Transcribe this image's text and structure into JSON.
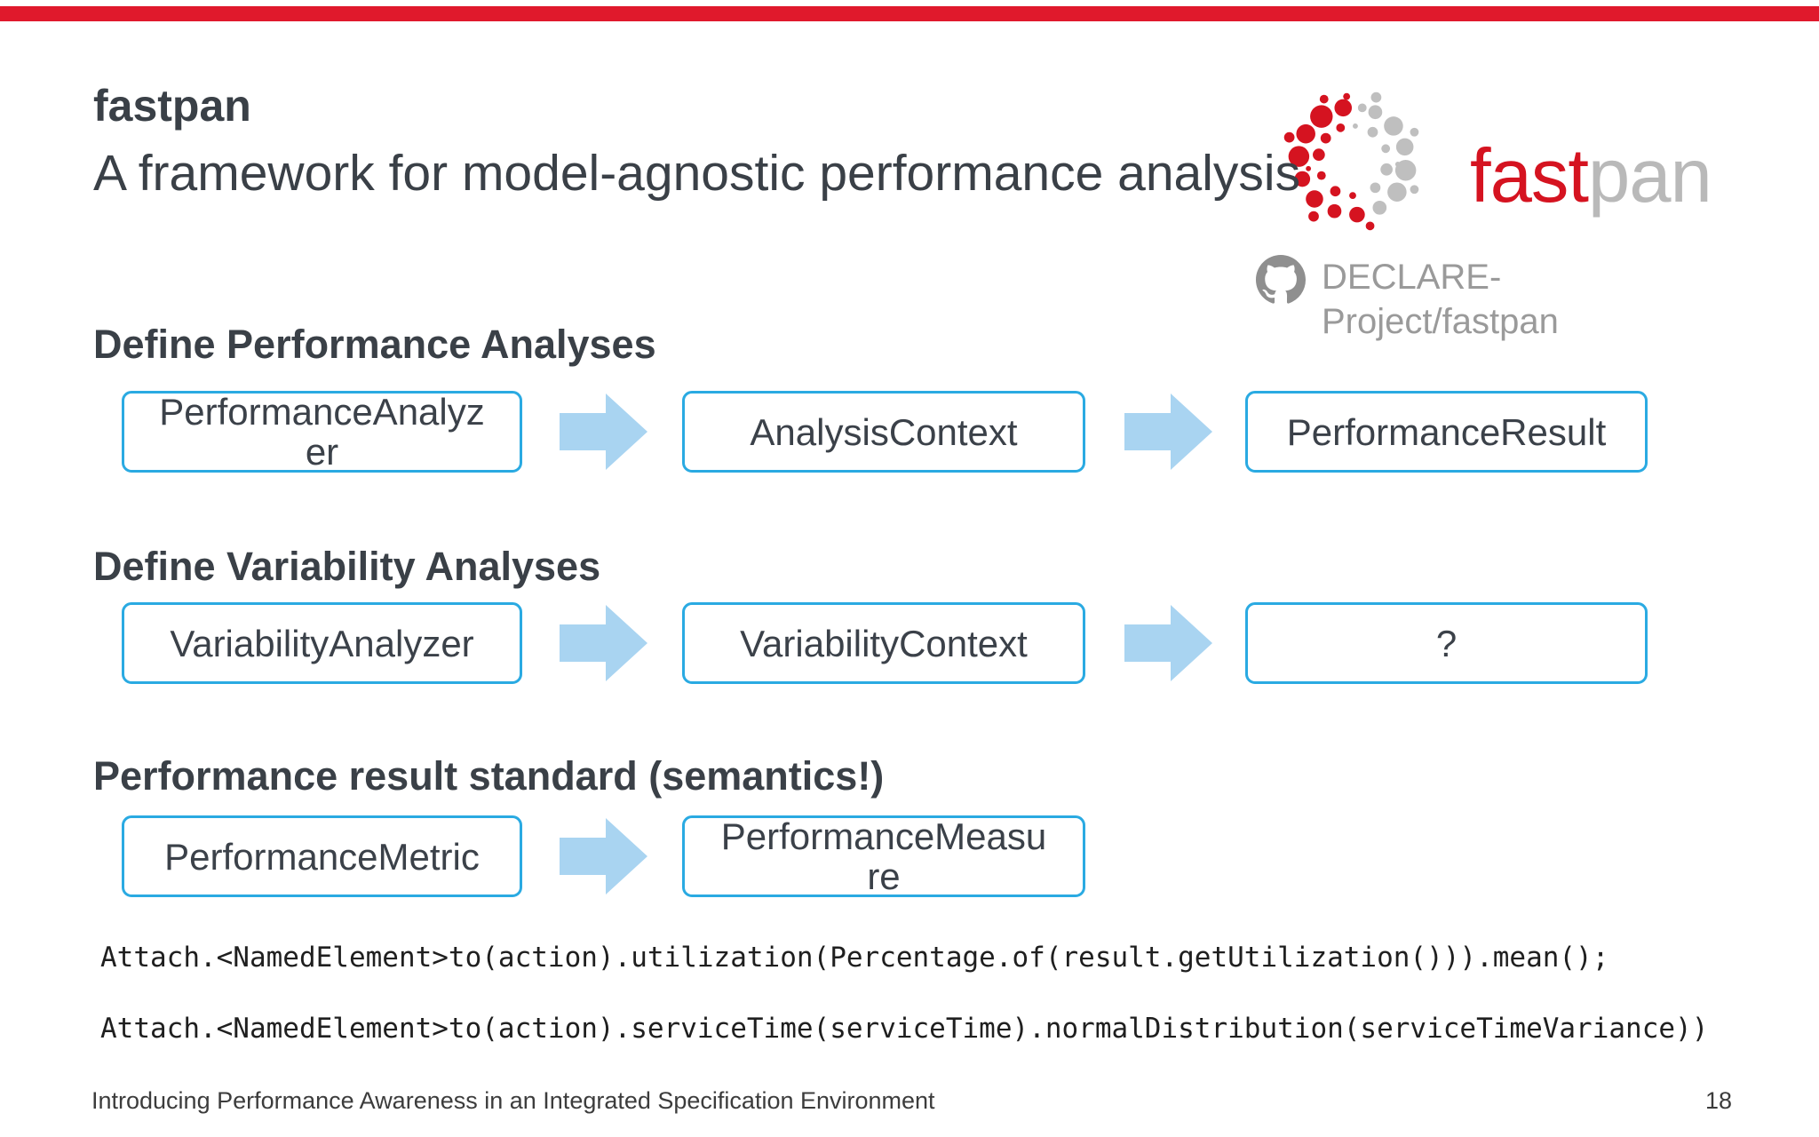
{
  "slide": {
    "title": "fastpan",
    "subtitle": "A framework for model-agnostic performance analysis",
    "footer": "Introducing Performance Awareness in an Integrated Specification Environment",
    "page_number": "18"
  },
  "logo": {
    "wordmark_fast": "fast",
    "wordmark_pan": "pan",
    "github_line1": "DECLARE-",
    "github_line2": "Project/fastpan"
  },
  "sections": [
    {
      "heading": "Define Performance Analyses",
      "boxes": [
        {
          "label": "PerformanceAnalyzer",
          "line1": "PerformanceAnalyz",
          "line2": "er"
        },
        {
          "label": "AnalysisContext",
          "line1": "AnalysisContext",
          "line2": ""
        },
        {
          "label": "PerformanceResult",
          "line1": "PerformanceResult",
          "line2": ""
        }
      ]
    },
    {
      "heading": "Define Variability Analyses",
      "boxes": [
        {
          "label": "VariabilityAnalyzer",
          "line1": "VariabilityAnalyzer",
          "line2": ""
        },
        {
          "label": "VariabilityContext",
          "line1": "VariabilityContext",
          "line2": ""
        },
        {
          "label": "?",
          "line1": "?",
          "line2": ""
        }
      ]
    },
    {
      "heading": "Performance result standard (semantics!)",
      "boxes": [
        {
          "label": "PerformanceMetric",
          "line1": "PerformanceMetric",
          "line2": ""
        },
        {
          "label": "PerformanceMeasure",
          "line1": "PerformanceMeasu",
          "line2": "re"
        }
      ]
    }
  ],
  "code_lines": {
    "line1": "Attach.<NamedElement>to(action).utilization(Percentage.of(result.getUtilization())).mean();",
    "line2": "Attach.<NamedElement>to(action).serviceTime(serviceTime).normalDistribution(serviceTimeVariance))"
  },
  "colors": {
    "top_bar": "#e0192c",
    "logo_red": "#d51320",
    "logo_gray": "#bfbfbf",
    "box_border": "#2aaae2",
    "arrow_fill": "#a9d4f1",
    "heading_text": "#3a4047",
    "github_gray": "#9a9a9a"
  }
}
